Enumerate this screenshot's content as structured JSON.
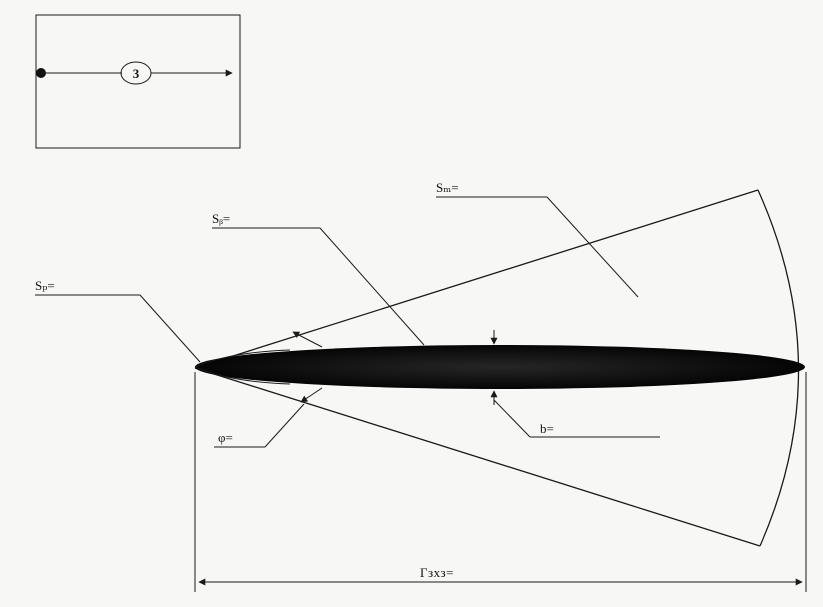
{
  "inset": {
    "station_number": "3"
  },
  "labels": {
    "s_zone": "Sₘ=",
    "s_b": "Sᵦ=",
    "s_p": "Sₚ=",
    "phi": "φ=",
    "b": "b=",
    "gamma": "Γзхз="
  },
  "colors": {
    "line": "#1a1a1a",
    "plume": "#0d0d0d"
  }
}
